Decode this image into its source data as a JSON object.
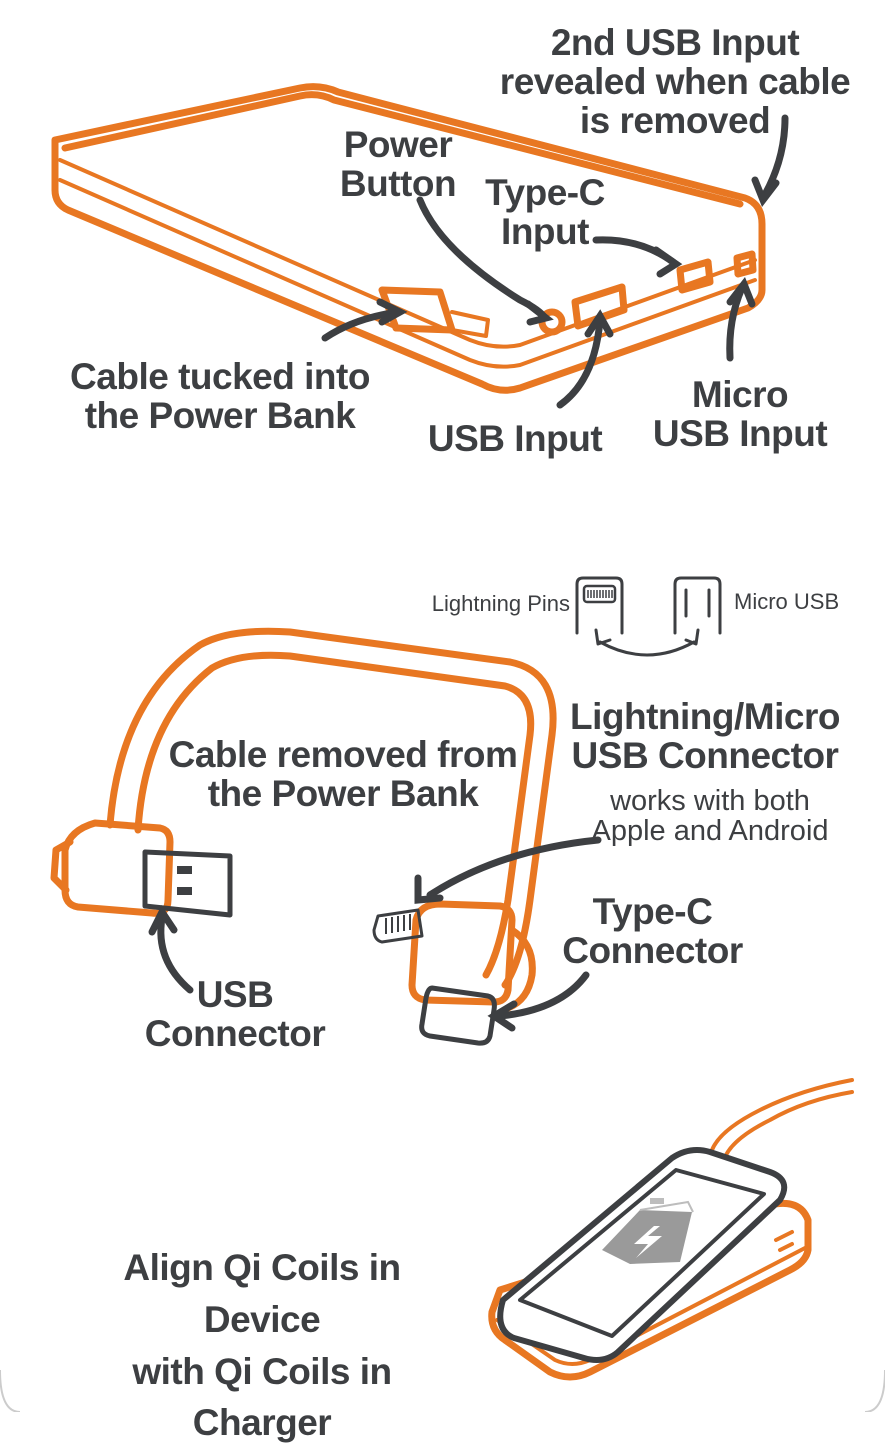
{
  "labels": {
    "second_usb_input": "2nd USB Input\nrevealed when cable\nis removed",
    "power_button": "Power\nButton",
    "type_c_input": "Type-C\nInput",
    "cable_tucked": "Cable tucked into\nthe Power Bank",
    "usb_input": "USB Input",
    "micro_usb_input": "Micro\nUSB Input",
    "lightning_pins": "Lightning Pins",
    "micro_usb": "Micro USB",
    "lightning_micro_connector": "Lightning/Micro\nUSB Connector",
    "works_with_both": "works with both\nApple and Android",
    "cable_removed": "Cable removed from\nthe Power Bank",
    "type_c_connector": "Type-C\nConnector",
    "usb_connector": "USB\nConnector",
    "align_qi": "Align Qi Coils in Device\nwith Qi Coils in Charger"
  },
  "colors": {
    "outline": "#e87722",
    "text": "#3d3f42",
    "battery": "#9a9a9a"
  },
  "icons": [
    "power-bank",
    "cable",
    "usb-plug",
    "lightning-plug",
    "type-c-plug",
    "smartphone",
    "battery-bolt-icon",
    "wireless-charger"
  ]
}
